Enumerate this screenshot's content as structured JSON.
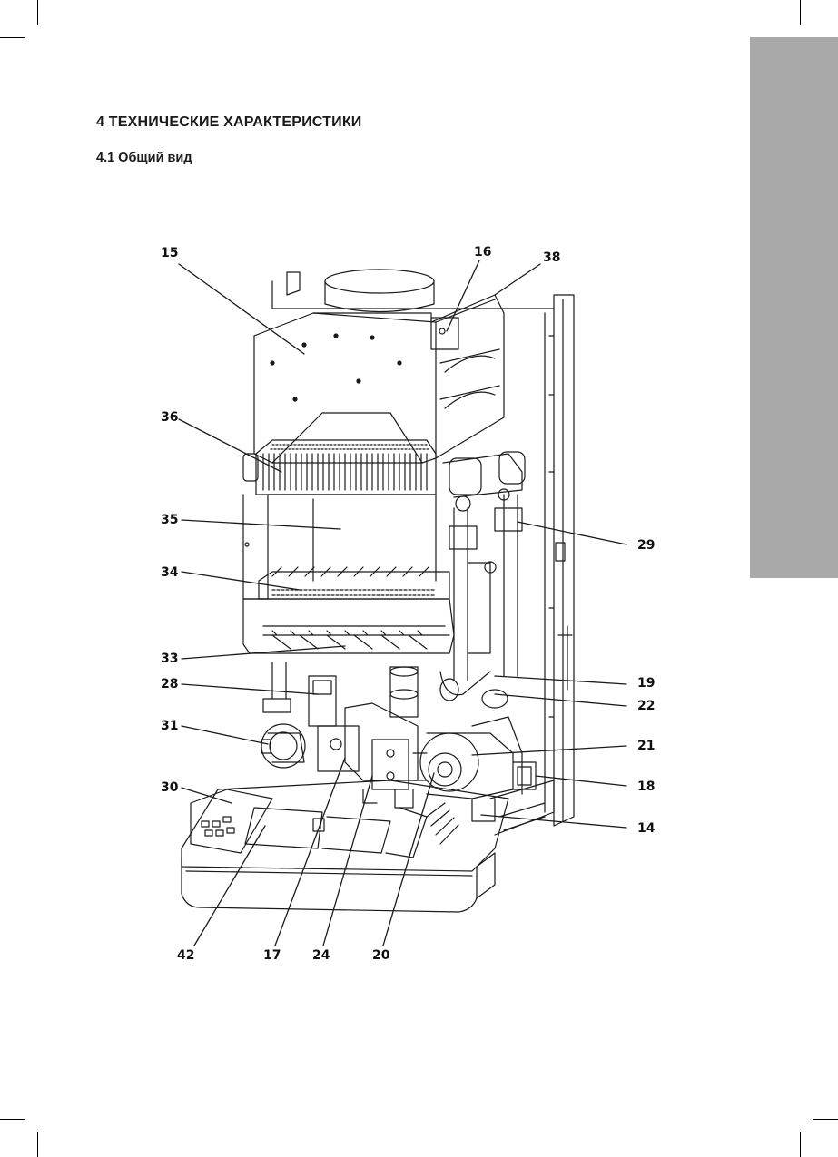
{
  "section": {
    "heading": "4  ТЕХНИЧЕСКИЕ ХАРАКТЕРИСТИКИ",
    "subheading": "4.1 Общий вид"
  },
  "callouts": {
    "c15": "15",
    "c16": "16",
    "c38": "38",
    "c36": "36",
    "c35": "35",
    "c34": "34",
    "c33": "33",
    "c28": "28",
    "c31": "31",
    "c30": "30",
    "c29": "29",
    "c19": "19",
    "c22": "22",
    "c21": "21",
    "c18": "18",
    "c14": "14",
    "c42": "42",
    "c17": "17",
    "c24": "24",
    "c20": "20"
  },
  "colors": {
    "side_tab": "#a9a9a9",
    "line_art": "#1a1a1a"
  }
}
